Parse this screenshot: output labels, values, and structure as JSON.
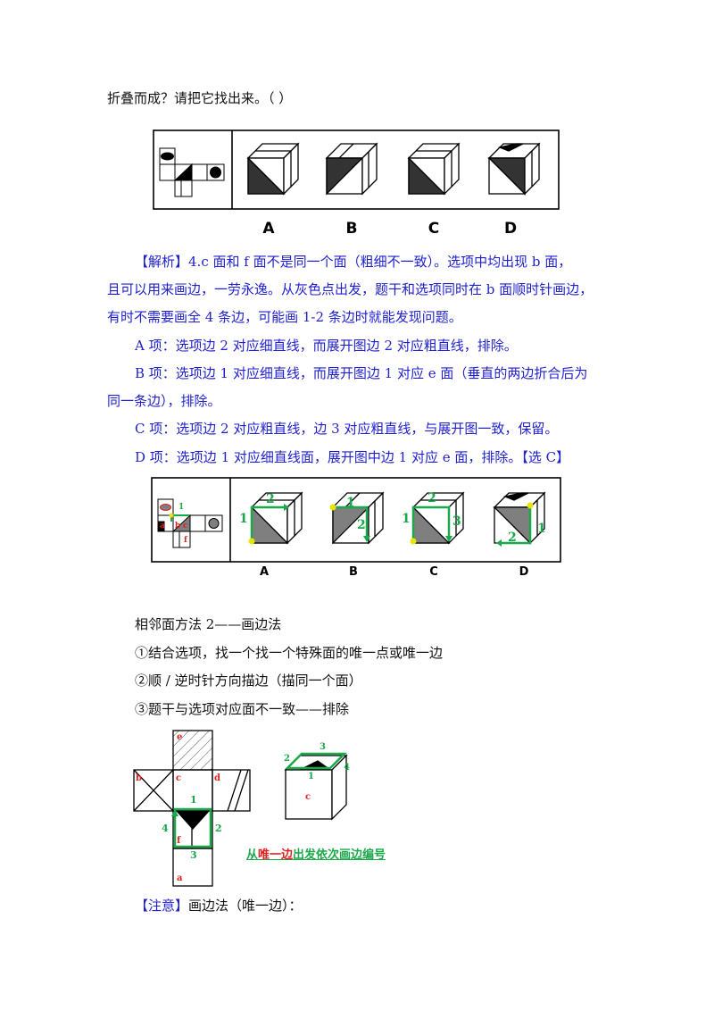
{
  "question_tail": "折叠而成？请把它找出来。（    ）",
  "figure1": {
    "option_labels": [
      "A",
      "B",
      "C",
      "D"
    ]
  },
  "analysis": {
    "tag": "【解析】",
    "line1": "4.c 面和 f 面不是同一个面（粗细不一致）。选项中均出现 b 面，",
    "line2": "且可以用来画边，一劳永逸。从灰色点出发，题干和选项同时在 b 面顺时针画边，",
    "line3": "有时不需要画全 4 条边，可能画 1-2 条边时就能发现问题。",
    "a": "A 项：选项边 2 对应细直线，而展开图边 2 对应粗直线，排除。",
    "b1": "B 项：选项边 1 对应细直线，而展开图边 1 对应 e 面（垂直的两边折合后为",
    "b2": "同一条边），排除。",
    "c": "C 项：选项边 2 对应粗直线，边 3 对应粗直线，与展开图一致，保留。",
    "d": "D 项：选项边 1 对应细直线面，展开图中边 1 对应 e 面，排除。【选 C】"
  },
  "figure2": {
    "option_labels": [
      "A",
      "B",
      "C",
      "D"
    ],
    "net_labels": [
      "a",
      "b",
      "c",
      "f",
      "1"
    ],
    "edge_numbers": [
      "1",
      "2",
      "3"
    ]
  },
  "method": {
    "title": "相邻面方法 2——画边法",
    "step1": "①结合选项，找一个找一个特殊面的唯一点或唯一边",
    "step2": "②顺 / 逆时针方向描边（描同一个面）",
    "step3": "③题干与选项对应面不一致——排除"
  },
  "figure3": {
    "net_labels": [
      "e",
      "b",
      "c",
      "d",
      "f",
      "a"
    ],
    "edge_numbers": [
      "1",
      "2",
      "3",
      "4"
    ],
    "cube_labels": [
      "c"
    ],
    "caption_part1": "从",
    "caption_part2": "唯一边",
    "caption_part3": "出发依次画边编号"
  },
  "note": {
    "tag": "【注意】",
    "text": "画边法（唯一边）："
  },
  "colors": {
    "blue_text": "#1f1fd0",
    "green": "#1aa84a",
    "red": "#e02020",
    "gray": "#7f7f7f"
  }
}
